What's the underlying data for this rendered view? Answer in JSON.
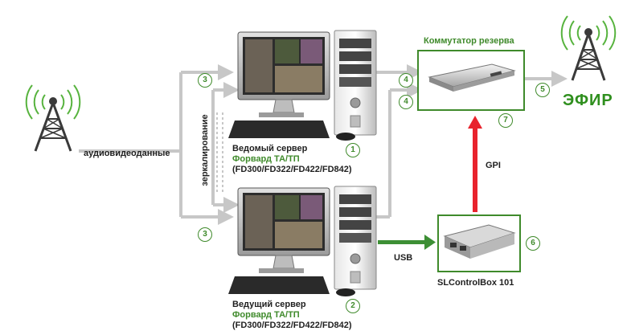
{
  "labels": {
    "av_data": "аудиовидеоданные",
    "mirroring": "зеркалирование",
    "slave_title": "Ведомый сервер",
    "slave_product": "Форвард ТА/ТП",
    "slave_models": "(FD300/FD322/FD422/FD842)",
    "master_title": "Ведущий сервер",
    "master_product": "Форвард ТА/ТП",
    "master_models": "(FD300/FD322/FD422/FD842)",
    "switch_title": "Коммутатор резерва",
    "air": "ЭФИР",
    "gpi": "GPI",
    "usb": "USB",
    "controlbox": "SLControlBox 101"
  },
  "badges": {
    "slave_server": "1",
    "master_server": "2",
    "input_top": "3",
    "input_bottom": "3",
    "switch_in_top": "4",
    "switch_in_bottom": "4",
    "switch_out": "5",
    "controlbox": "6",
    "gpi_link": "7"
  },
  "colors": {
    "green_accent": "#3f8a2b",
    "gpi_arrow": "#e8232d",
    "usb_arrow": "#3d8f35",
    "data_lines": "#c7c7c7"
  }
}
